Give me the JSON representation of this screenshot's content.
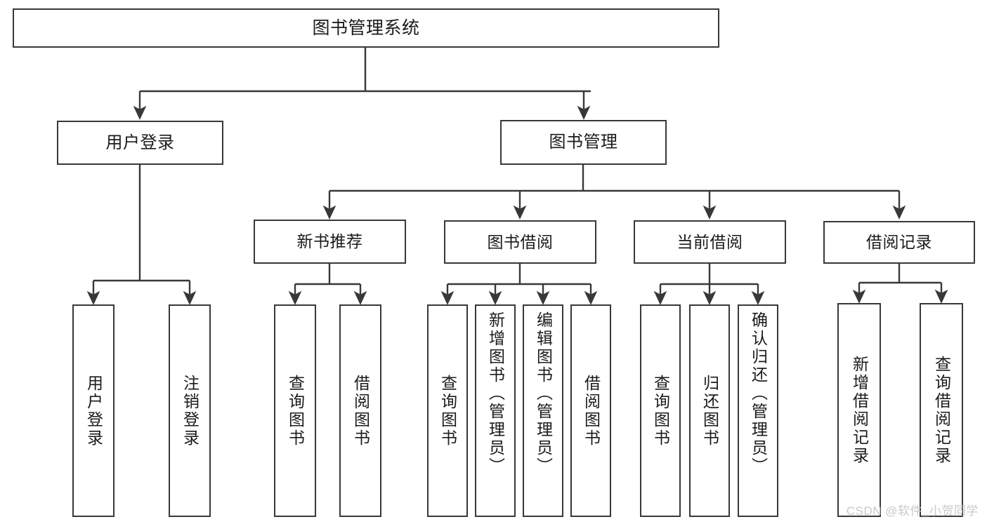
{
  "diagram": {
    "title": "图书管理系统",
    "type": "功能结构图",
    "background_color": "#ffffff",
    "border_color": "#38383a",
    "text_color": "#1b1b1b",
    "root": {
      "label": "图书管理系统",
      "children": [
        {
          "label": "用户登录",
          "children": [
            {
              "label": "用户登录"
            },
            {
              "label": "注销登录"
            }
          ]
        },
        {
          "label": "图书管理",
          "children": [
            {
              "label": "新书推荐",
              "children": [
                {
                  "label": "查询图书"
                },
                {
                  "label": "借阅图书"
                }
              ]
            },
            {
              "label": "图书借阅",
              "children": [
                {
                  "label": "查询图书"
                },
                {
                  "label": "新增图书（管理员）"
                },
                {
                  "label": "编辑图书（管理员）"
                },
                {
                  "label": "借阅图书"
                }
              ]
            },
            {
              "label": "当前借阅",
              "children": [
                {
                  "label": "查询图书"
                },
                {
                  "label": "归还图书"
                },
                {
                  "label": "确认归还（管理员）"
                }
              ]
            },
            {
              "label": "借阅记录",
              "children": [
                {
                  "label": "新增借阅记录"
                },
                {
                  "label": "查询借阅记录"
                }
              ]
            }
          ]
        }
      ]
    }
  },
  "watermark": {
    "text": "CSDN @软件_小贺同学",
    "color": "#c9c9c9"
  }
}
